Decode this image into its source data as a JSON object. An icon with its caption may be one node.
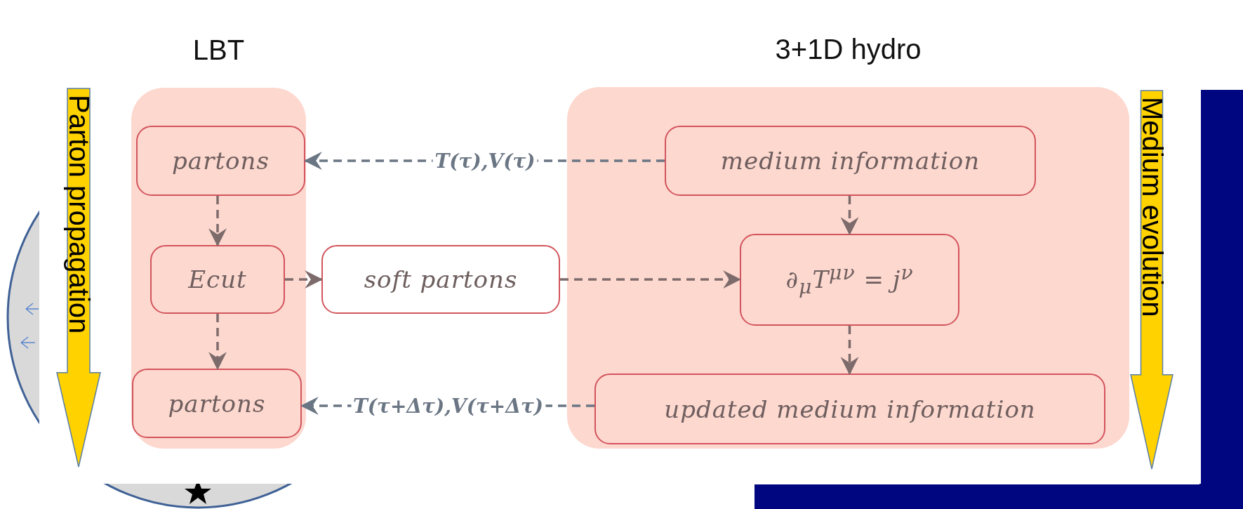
{
  "diagram": {
    "nodes": [
      {
        "text": [
          "LBT"
        ]
      },
      {
        "text": [
          "partons"
        ],
        "in": 0
      },
      {
        "text": [
          "Ecut"
        ],
        "in": 0
      },
      {
        "text": [
          "partons"
        ],
        "in": 0
      },
      {
        "text": [
          "soft partons"
        ]
      },
      {
        "text": [
          "3+1D hydro"
        ]
      },
      {
        "text": [
          "medium information"
        ],
        "in": 5
      },
      {
        "text": [
          "∂$_{μ}$T$^{μν}$ = j$^{ν}$"
        ],
        "in": 5
      },
      {
        "text": [
          "updated medium information"
        ],
        "in": 5
      },
      {
        "text": [
          "Parton propagation"
        ]
      },
      {
        "text": [
          "Medium evolution"
        ]
      }
    ],
    "edges": [
      {
        "from": 6,
        "to": 1,
        "arrow": "to",
        "style": "dashed",
        "label": "T(τ),V(τ)",
        "color": "#6b7684"
      },
      {
        "from": 1,
        "to": 2,
        "arrow": "to",
        "style": "dashed"
      },
      {
        "from": 2,
        "to": 3,
        "arrow": "to",
        "style": "dashed"
      },
      {
        "from": 2,
        "to": 4,
        "arrow": "to",
        "style": "dashed"
      },
      {
        "from": 4,
        "to": 7,
        "arrow": "to",
        "style": "dashed"
      },
      {
        "from": 6,
        "to": 7,
        "arrow": "to",
        "style": "dashed"
      },
      {
        "from": 7,
        "to": 8,
        "arrow": "to",
        "style": "dashed"
      },
      {
        "from": 8,
        "to": 3,
        "arrow": "to",
        "style": "dashed",
        "label": "T(τ+Δτ),V(τ+Δτ)",
        "color": "#6b7684"
      }
    ]
  }
}
